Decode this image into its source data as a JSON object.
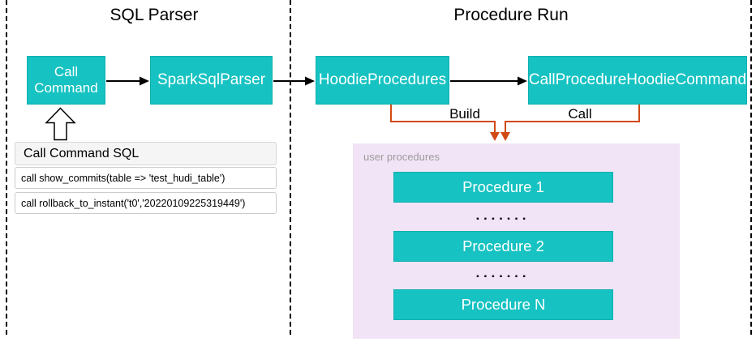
{
  "colors": {
    "node_teal": "#16c2c2",
    "connector_black": "#000000",
    "connector_orange": "#d14a15",
    "panel_purple": "#f2e4f7",
    "panel_header_gray": "#f5f5f5",
    "muted_label_gray": "#9b9b9b"
  },
  "icons": {
    "up_arrow": "hollow-block-arrow-up"
  },
  "sql_parser": {
    "title": "SQL Parser",
    "call_command": "Call Command",
    "spark_sql_parser": "SparkSqlParser",
    "sql_panel": {
      "header": "Call Command SQL",
      "rows": [
        "call show_commits(table => 'test_hudi_table')",
        "call rollback_to_instant('t0','20220109225319449')"
      ]
    }
  },
  "procedure_run": {
    "title": "Procedure Run",
    "hoodie_procedures": "HoodieProcedures",
    "call_procedure_hoodie_command": "CallProcedureHoodieCommand",
    "build_label": "Build",
    "call_label": "Call",
    "user_procedures": {
      "label": "user procedures",
      "items": [
        "Procedure 1",
        "Procedure 2",
        "Procedure N"
      ],
      "dots": "▪▪▪▪▪▪▪"
    }
  }
}
